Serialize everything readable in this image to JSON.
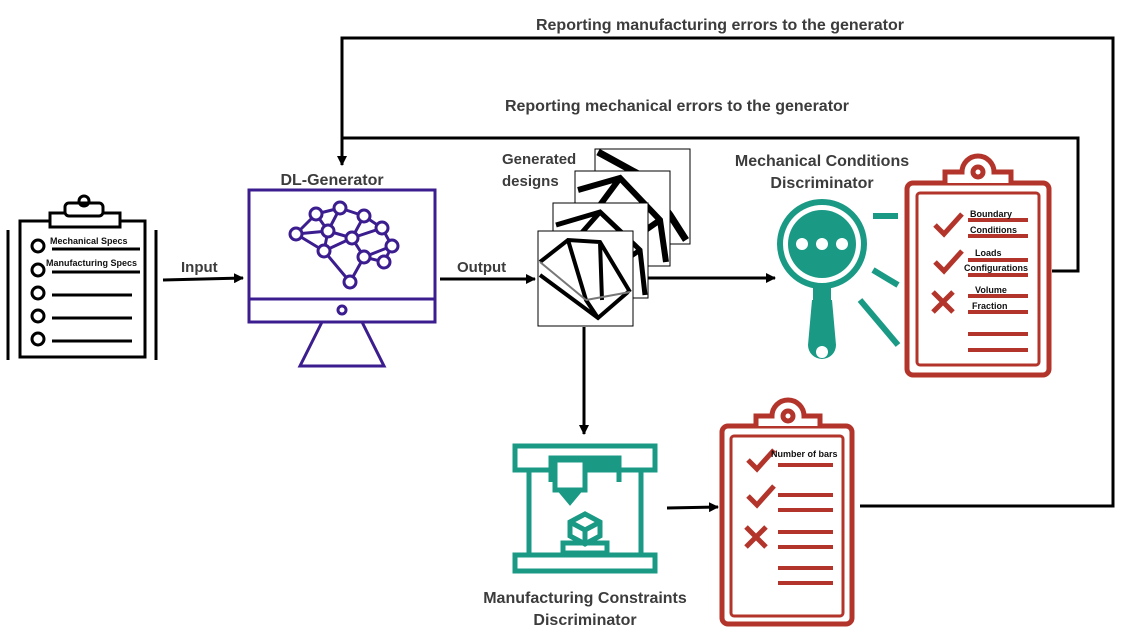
{
  "feedback": {
    "manufacturing_label": "Reporting manufacturing errors to the generator",
    "mechanical_label": "Reporting mechanical errors to the generator"
  },
  "specs": {
    "mechanical": "Mechanical Specs",
    "manufacturing": "Manufacturing Specs"
  },
  "flow": {
    "input_label": "Input",
    "output_label": "Output"
  },
  "generator": {
    "title": "DL-Generator"
  },
  "designs": {
    "title_line1": "Generated",
    "title_line2": "designs"
  },
  "mechanical_discriminator": {
    "title_line1": "Mechanical Conditions",
    "title_line2": "Discriminator",
    "checklist": [
      {
        "status": "check",
        "line1": "Boundary",
        "line2": "Conditions"
      },
      {
        "status": "check",
        "line1": "Loads",
        "line2": "Configurations"
      },
      {
        "status": "cross",
        "line1": "Volume",
        "line2": "Fraction"
      }
    ]
  },
  "manufacturing_discriminator": {
    "title_line1": "Manufacturing Constraints",
    "title_line2": "Discriminator",
    "checklist": [
      {
        "status": "check",
        "line1": "Number of bars"
      },
      {
        "status": "check",
        "line1": ""
      },
      {
        "status": "cross",
        "line1": ""
      }
    ]
  },
  "colors": {
    "generator": "#3b1d8f",
    "teal": "#1a9a85",
    "red": "#b3342a",
    "arrow": "#000000"
  }
}
